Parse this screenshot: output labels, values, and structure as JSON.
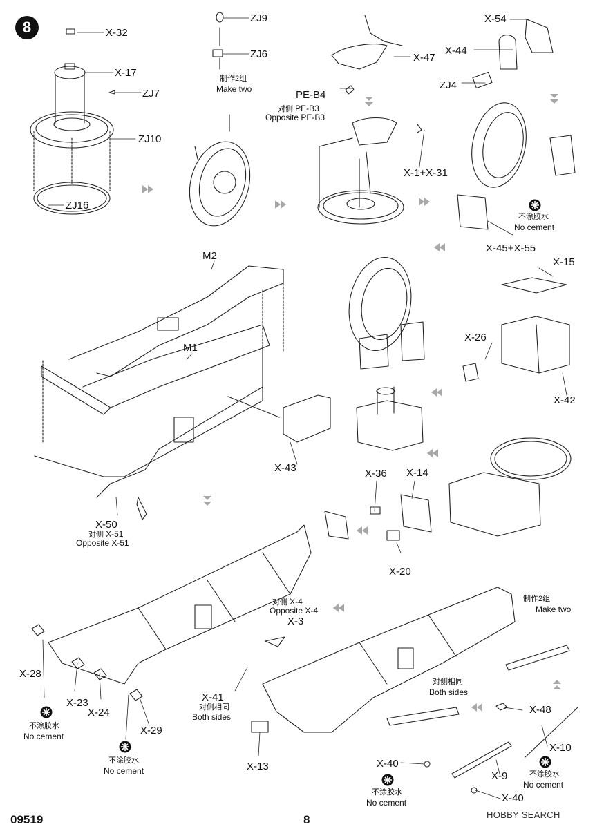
{
  "step": "8",
  "labels": {
    "x32": "X-32",
    "x17": "X-17",
    "zj7": "ZJ7",
    "zj10": "ZJ10",
    "zj16": "ZJ16",
    "zj9": "ZJ9",
    "zj6": "ZJ6",
    "x47": "X-47",
    "peb4": "PE-B4",
    "peb3": "PE-B3",
    "x54": "X-54",
    "x44": "X-44",
    "zj4": "ZJ4",
    "x1x31": "X-1+X-31",
    "x45x55": "X-45+X-55",
    "m2": "M2",
    "m1": "M1",
    "x15": "X-15",
    "x26": "X-26",
    "x42": "X-42",
    "x43": "X-43",
    "x50": "X-50",
    "x51": "X-51",
    "x36": "X-36",
    "x14": "X-14",
    "x20": "X-20",
    "x4": "X-4",
    "x3": "X-3",
    "x28": "X-28",
    "x23": "X-23",
    "x24": "X-24",
    "x29": "X-29",
    "x41": "X-41",
    "x13": "X-13",
    "x48": "X-48",
    "x10": "X-10",
    "x9": "X-9",
    "x40a": "X-40",
    "x40b": "X-40"
  },
  "notes": {
    "make_two_cn": "制作2组",
    "make_two_en": "Make two",
    "opposite_cn": "对侧",
    "opposite_en": "Opposite",
    "no_cement_cn": "不涂胶水",
    "no_cement_en": "No cement",
    "both_sides_cn": "对侧相同",
    "both_sides_en": "Both sides"
  },
  "footer": {
    "code": "09519",
    "page": "8",
    "watermark": "HOBBY SEARCH"
  },
  "colors": {
    "ink": "#111111",
    "arrow": "#a8a8a8"
  }
}
